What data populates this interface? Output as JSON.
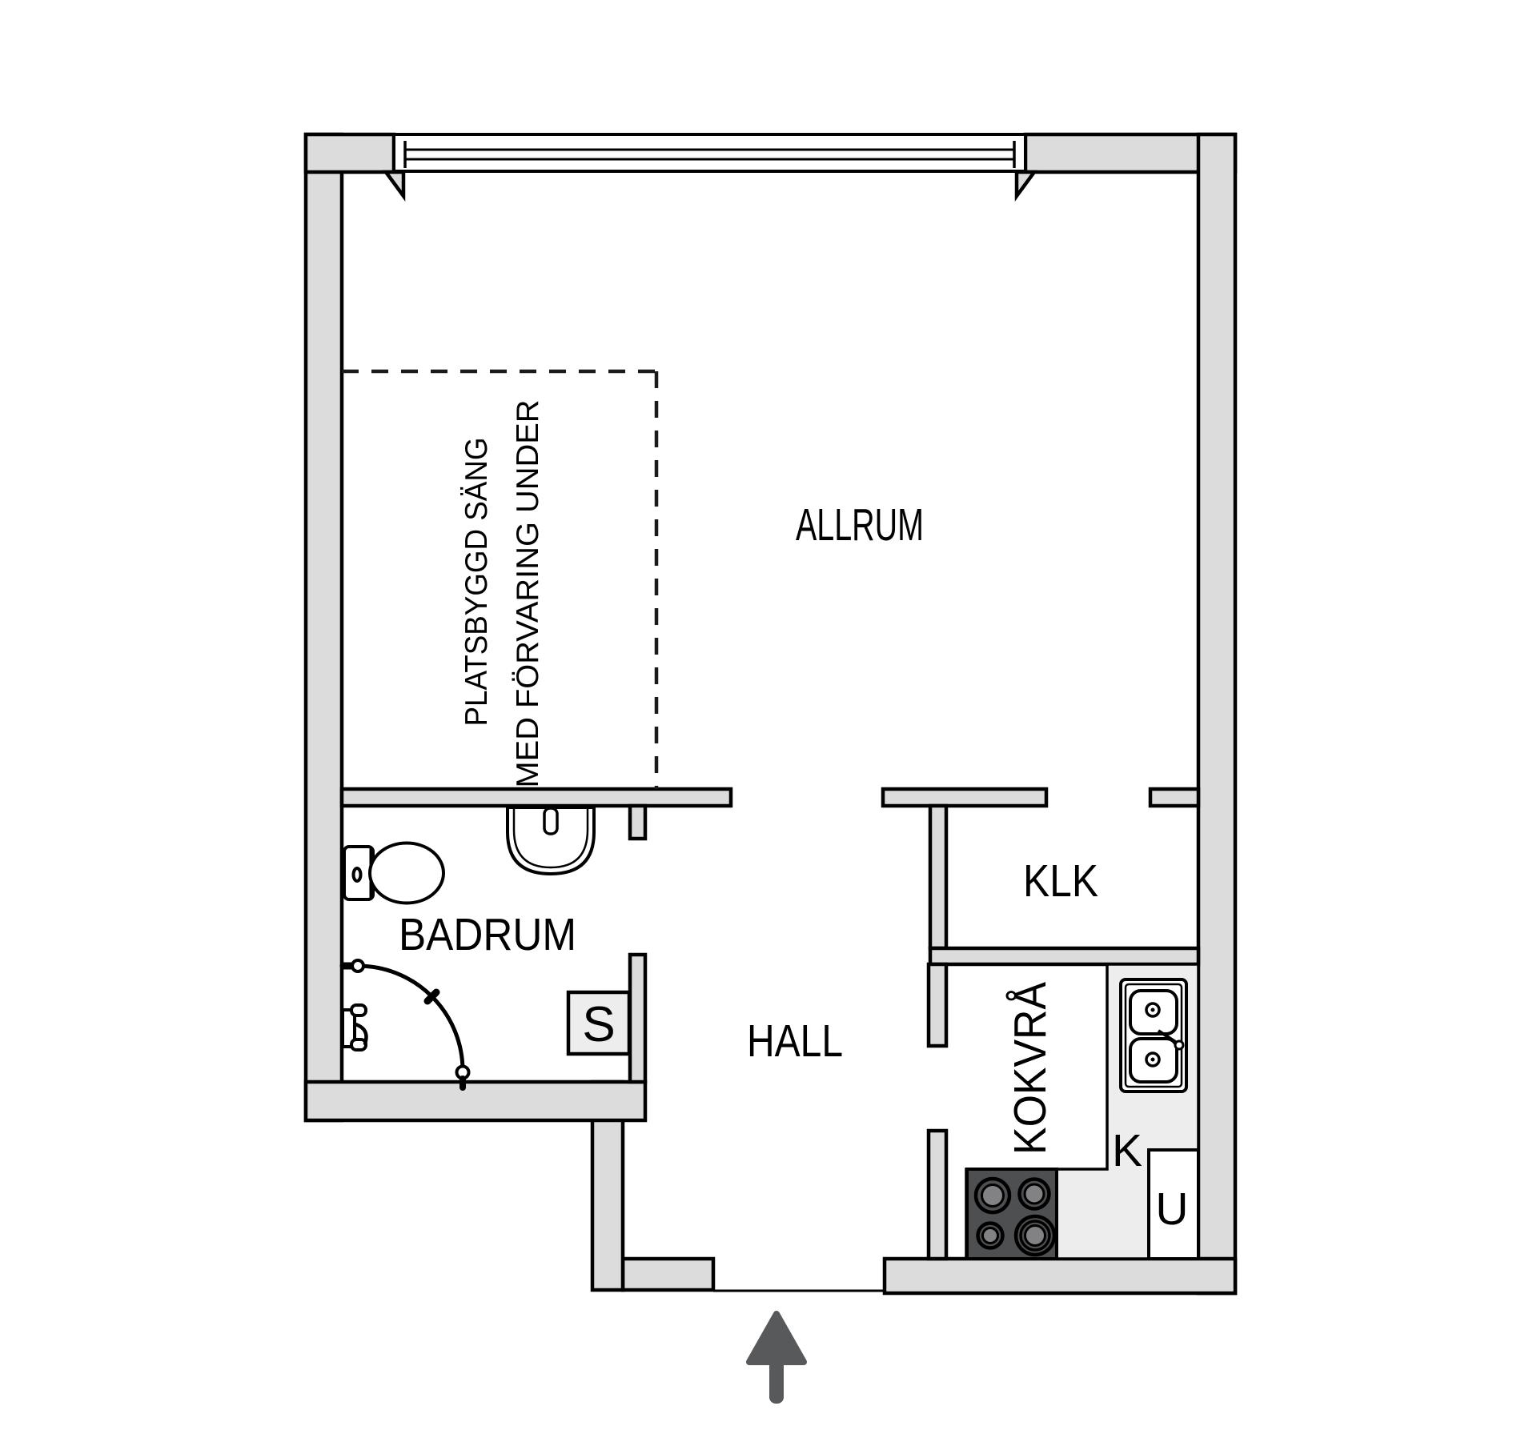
{
  "floorplan": {
    "title": "studio-apartment-floor-plan",
    "colors": {
      "background": "#ffffff",
      "wall_fill": "#dcdcdc",
      "wall_outline": "#000000",
      "counter_fill": "#ededed",
      "shaft_fill": "#ededed",
      "appliance_fill": "#ffffff",
      "stove_fill": "#4e4f51",
      "burner_fill": "#828284",
      "arrow_color": "#58595b",
      "text_color": "#000000"
    },
    "rooms": {
      "allrum": "ALLRUM",
      "badrum": "BADRUM",
      "hall": "HALL",
      "klk": "KLK",
      "kokvra": "KOKVRÅ"
    },
    "annotations": {
      "bed_line1": "PLATSBYGGD SÄNG",
      "bed_line2": "MED FÖRVARING UNDER",
      "shaft": "S",
      "fridge": "K",
      "oven": "U"
    }
  }
}
